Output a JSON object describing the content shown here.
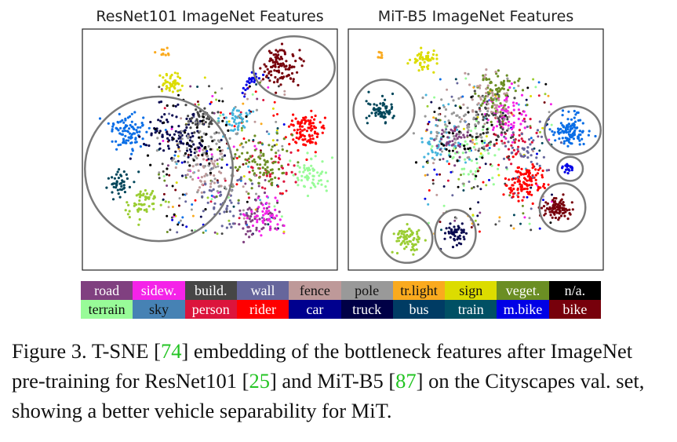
{
  "chart_data": [
    {
      "type": "scatter",
      "title": "ResNet101 ImageNet Features",
      "xlabel": "",
      "ylabel": "",
      "axis_ticks": false,
      "clusters": [
        {
          "class": "bike",
          "cx": 0.78,
          "cy": 0.15,
          "r": 0.07,
          "n": 110
        },
        {
          "class": "m.bike",
          "cx": 0.66,
          "cy": 0.22,
          "r": 0.03,
          "n": 25
        },
        {
          "class": "car",
          "cx": 0.18,
          "cy": 0.42,
          "r": 0.07,
          "n": 90
        },
        {
          "class": "truck",
          "cx": 0.38,
          "cy": 0.45,
          "r": 0.12,
          "n": 110
        },
        {
          "class": "bus",
          "cx": 0.14,
          "cy": 0.65,
          "r": 0.05,
          "n": 45
        },
        {
          "class": "train",
          "cx": 0.24,
          "cy": 0.72,
          "r": 0.06,
          "n": 55
        },
        {
          "class": "rider",
          "cx": 0.88,
          "cy": 0.42,
          "r": 0.07,
          "n": 100
        },
        {
          "class": "person",
          "cx": 0.75,
          "cy": 0.58,
          "r": 0.1,
          "n": 40
        },
        {
          "class": "sign",
          "cx": 0.35,
          "cy": 0.22,
          "r": 0.04,
          "n": 45
        },
        {
          "class": "tr.light",
          "cx": 0.32,
          "cy": 0.1,
          "r": 0.02,
          "n": 10
        },
        {
          "class": "veget.",
          "cx": 0.7,
          "cy": 0.55,
          "r": 0.1,
          "n": 90
        },
        {
          "class": "terrain",
          "cx": 0.9,
          "cy": 0.6,
          "r": 0.07,
          "n": 60
        },
        {
          "class": "sky",
          "cx": 0.6,
          "cy": 0.38,
          "r": 0.05,
          "n": 45
        },
        {
          "class": "build.",
          "cx": 0.47,
          "cy": 0.38,
          "r": 0.06,
          "n": 50
        },
        {
          "class": "road",
          "cx": 0.68,
          "cy": 0.8,
          "r": 0.08,
          "n": 50
        },
        {
          "class": "sidew.",
          "cx": 0.72,
          "cy": 0.78,
          "r": 0.07,
          "n": 45
        },
        {
          "class": "wall",
          "cx": 0.55,
          "cy": 0.7,
          "r": 0.1,
          "n": 45
        },
        {
          "class": "fence",
          "cx": 0.5,
          "cy": 0.6,
          "r": 0.1,
          "n": 50
        },
        {
          "class": "pole",
          "cx": 0.5,
          "cy": 0.5,
          "r": 0.15,
          "n": 70
        },
        {
          "class": "n.a.",
          "cx": 0.45,
          "cy": 0.5,
          "r": 0.15,
          "n": 40
        }
      ],
      "highlight_ellipses": [
        {
          "cx": 0.83,
          "cy": 0.16,
          "rx": 0.16,
          "ry": 0.13
        },
        {
          "cx": 0.3,
          "cy": 0.58,
          "rx": 0.29,
          "ry": 0.3
        }
      ]
    },
    {
      "type": "scatter",
      "title": "MiT-B5 ImageNet Features",
      "xlabel": "",
      "ylabel": "",
      "axis_ticks": false,
      "clusters": [
        {
          "class": "bus",
          "cx": 0.13,
          "cy": 0.34,
          "r": 0.05,
          "n": 70
        },
        {
          "class": "car",
          "cx": 0.87,
          "cy": 0.42,
          "r": 0.055,
          "n": 110
        },
        {
          "class": "m.bike",
          "cx": 0.86,
          "cy": 0.58,
          "r": 0.02,
          "n": 18
        },
        {
          "class": "bike",
          "cx": 0.82,
          "cy": 0.74,
          "r": 0.045,
          "n": 90
        },
        {
          "class": "train",
          "cx": 0.23,
          "cy": 0.87,
          "r": 0.05,
          "n": 70
        },
        {
          "class": "truck",
          "cx": 0.42,
          "cy": 0.85,
          "r": 0.04,
          "n": 50
        },
        {
          "class": "sign",
          "cx": 0.3,
          "cy": 0.12,
          "r": 0.05,
          "n": 50
        },
        {
          "class": "tr.light",
          "cx": 0.12,
          "cy": 0.11,
          "r": 0.015,
          "n": 8
        },
        {
          "class": "rider",
          "cx": 0.69,
          "cy": 0.63,
          "r": 0.07,
          "n": 110
        },
        {
          "class": "person",
          "cx": 0.64,
          "cy": 0.45,
          "r": 0.1,
          "n": 35
        },
        {
          "class": "sidew.",
          "cx": 0.62,
          "cy": 0.35,
          "r": 0.08,
          "n": 70
        },
        {
          "class": "veget.",
          "cx": 0.58,
          "cy": 0.27,
          "r": 0.08,
          "n": 80
        },
        {
          "class": "terrain",
          "cx": 0.5,
          "cy": 0.52,
          "r": 0.12,
          "n": 50
        },
        {
          "class": "sky",
          "cx": 0.35,
          "cy": 0.48,
          "r": 0.08,
          "n": 40
        },
        {
          "class": "build.",
          "cx": 0.55,
          "cy": 0.4,
          "r": 0.1,
          "n": 60
        },
        {
          "class": "road",
          "cx": 0.4,
          "cy": 0.45,
          "r": 0.08,
          "n": 40
        },
        {
          "class": "wall",
          "cx": 0.7,
          "cy": 0.5,
          "r": 0.1,
          "n": 40
        },
        {
          "class": "fence",
          "cx": 0.55,
          "cy": 0.28,
          "r": 0.1,
          "n": 40
        },
        {
          "class": "pole",
          "cx": 0.45,
          "cy": 0.4,
          "r": 0.15,
          "n": 60
        },
        {
          "class": "n.a.",
          "cx": 0.45,
          "cy": 0.45,
          "r": 0.15,
          "n": 30
        }
      ],
      "highlight_ellipses": [
        {
          "cx": 0.14,
          "cy": 0.34,
          "rx": 0.12,
          "ry": 0.13
        },
        {
          "cx": 0.88,
          "cy": 0.42,
          "rx": 0.11,
          "ry": 0.1
        },
        {
          "cx": 0.87,
          "cy": 0.58,
          "rx": 0.05,
          "ry": 0.05
        },
        {
          "cx": 0.84,
          "cy": 0.74,
          "rx": 0.09,
          "ry": 0.1
        },
        {
          "cx": 0.23,
          "cy": 0.87,
          "rx": 0.1,
          "ry": 0.1
        },
        {
          "cx": 0.42,
          "cy": 0.85,
          "rx": 0.08,
          "ry": 0.1
        }
      ]
    }
  ],
  "legend": [
    {
      "label": "road",
      "color": "#804080",
      "text": "#ffffff"
    },
    {
      "label": "sidew.",
      "color": "#f423e8",
      "text": "#ffffff"
    },
    {
      "label": "build.",
      "color": "#464646",
      "text": "#ffffff"
    },
    {
      "label": "wall",
      "color": "#66669c",
      "text": "#ffffff"
    },
    {
      "label": "fence",
      "color": "#be9999",
      "text": "#111111"
    },
    {
      "label": "pole",
      "color": "#999999",
      "text": "#111111"
    },
    {
      "label": "tr.light",
      "color": "#faaa1e",
      "text": "#111111"
    },
    {
      "label": "sign",
      "color": "#dcdc00",
      "text": "#111111"
    },
    {
      "label": "veget.",
      "color": "#6b8e23",
      "text": "#ffffff"
    },
    {
      "label": "n/a.",
      "color": "#000000",
      "text": "#ffffff"
    },
    {
      "label": "terrain",
      "color": "#98fb98",
      "text": "#111111"
    },
    {
      "label": "sky",
      "color": "#4682b4",
      "text": "#111111"
    },
    {
      "label": "person",
      "color": "#dc143c",
      "text": "#ffffff"
    },
    {
      "label": "rider",
      "color": "#ff0000",
      "text": "#ffffff"
    },
    {
      "label": "car",
      "color": "#00008e",
      "text": "#ffffff"
    },
    {
      "label": "truck",
      "color": "#000046",
      "text": "#ffffff"
    },
    {
      "label": "bus",
      "color": "#003c64",
      "text": "#ffffff"
    },
    {
      "label": "train",
      "color": "#005064",
      "text": "#ffffff"
    },
    {
      "label": "m.bike",
      "color": "#0000e6",
      "text": "#ffffff"
    },
    {
      "label": "bike",
      "color": "#77000b",
      "text": "#ffffff"
    }
  ],
  "scatter_colors": {
    "road": "#804080",
    "sidew.": "#f423e8",
    "build.": "#464646",
    "wall": "#66669c",
    "fence": "#be9999",
    "pole": "#999999",
    "tr.light": "#faaa1e",
    "sign": "#dcdc00",
    "veget.": "#6b8e23",
    "n.a.": "#000000",
    "terrain": "#98fb98",
    "sky": "#46b4dc",
    "person": "#dc143c",
    "rider": "#ff0000",
    "car": "#0a6ee6",
    "truck": "#0a0a50",
    "bus": "#00465a",
    "train": "#9acd32",
    "m.bike": "#0000e6",
    "bike": "#77000b"
  },
  "caption": {
    "p1": "Figure 3. T-SNE [",
    "r1": "74",
    "p2": "] embedding of the bottleneck features after ImageNet pre-training for ResNet101 [",
    "r2": "25",
    "p3": "] and MiT-B5 [",
    "r3": "87",
    "p4": "] on the Cityscapes val. set, showing a better vehicle separability for MiT."
  }
}
